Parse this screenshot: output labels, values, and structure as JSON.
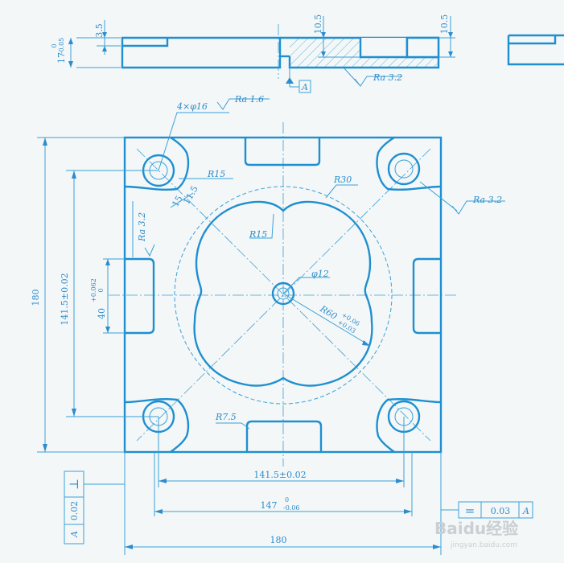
{
  "colors": {
    "line": "#1e8fd0",
    "thin": "#3aa0da",
    "paper": "#f4f7f7",
    "watermark": "#c9cfd3"
  },
  "top_view_dims": {
    "step_depth": "3.5",
    "thickness_base": "17",
    "thickness_upper": "0",
    "thickness_lower": "-0.05",
    "slot_depth_left": "10.5",
    "slot_depth_right": "10.5",
    "datum": "A",
    "roughness_top": "Ra 3.2"
  },
  "plan_dims": {
    "holes": "4×φ16",
    "roughness_holes": "Ra 1.6",
    "r_corner": "R15",
    "r30": "R30",
    "r15_inner": "R15",
    "angle_a": "15",
    "angle_b": "11.5",
    "roughness_right": "Ra 3.2",
    "roughness_left": "Ra 3.2",
    "center_hole": "φ12",
    "r60": "R60",
    "r60_upper": "+0.06",
    "r60_lower": "+0.03",
    "slot_40": "40",
    "slot_40_upper": "+0.062",
    "slot_40_lower": "0",
    "r7_5": "R7.5",
    "height_180": "180",
    "height_141": "141.5±0.02",
    "width_141": "141.5±0.02",
    "width_147": "147",
    "width_147_upper": "0",
    "width_147_lower": "-0.06",
    "width_180": "180"
  },
  "tolerance_left": {
    "symbol": "⊥",
    "value": "0.02",
    "datum": "A"
  },
  "tolerance_right": {
    "symbol": "=",
    "value": "0.03",
    "datum": "A"
  },
  "watermark": {
    "logo": "Baidu经验",
    "url": "jingyan.baidu.com"
  }
}
